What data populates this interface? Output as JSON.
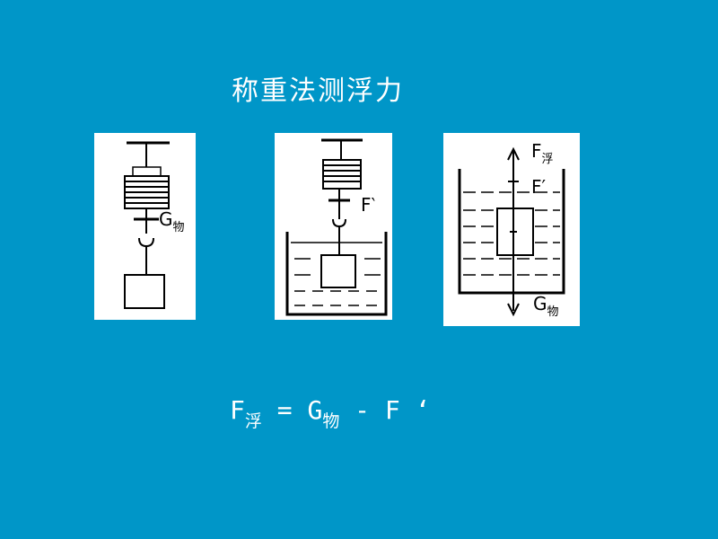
{
  "title": "称重法测浮力",
  "panel1": {
    "label_main": "G",
    "label_sub": "物"
  },
  "panel2": {
    "label_main": "F‵"
  },
  "panel3": {
    "label_top_main": "F",
    "label_top_sub": "浮",
    "label_mid": "F′",
    "label_bottom_main": "G",
    "label_bottom_sub": "物"
  },
  "formula": {
    "f": "F",
    "f_sub": "浮",
    "eq": " = ",
    "g": "G",
    "g_sub": "物",
    "minus": " - F ‘"
  }
}
